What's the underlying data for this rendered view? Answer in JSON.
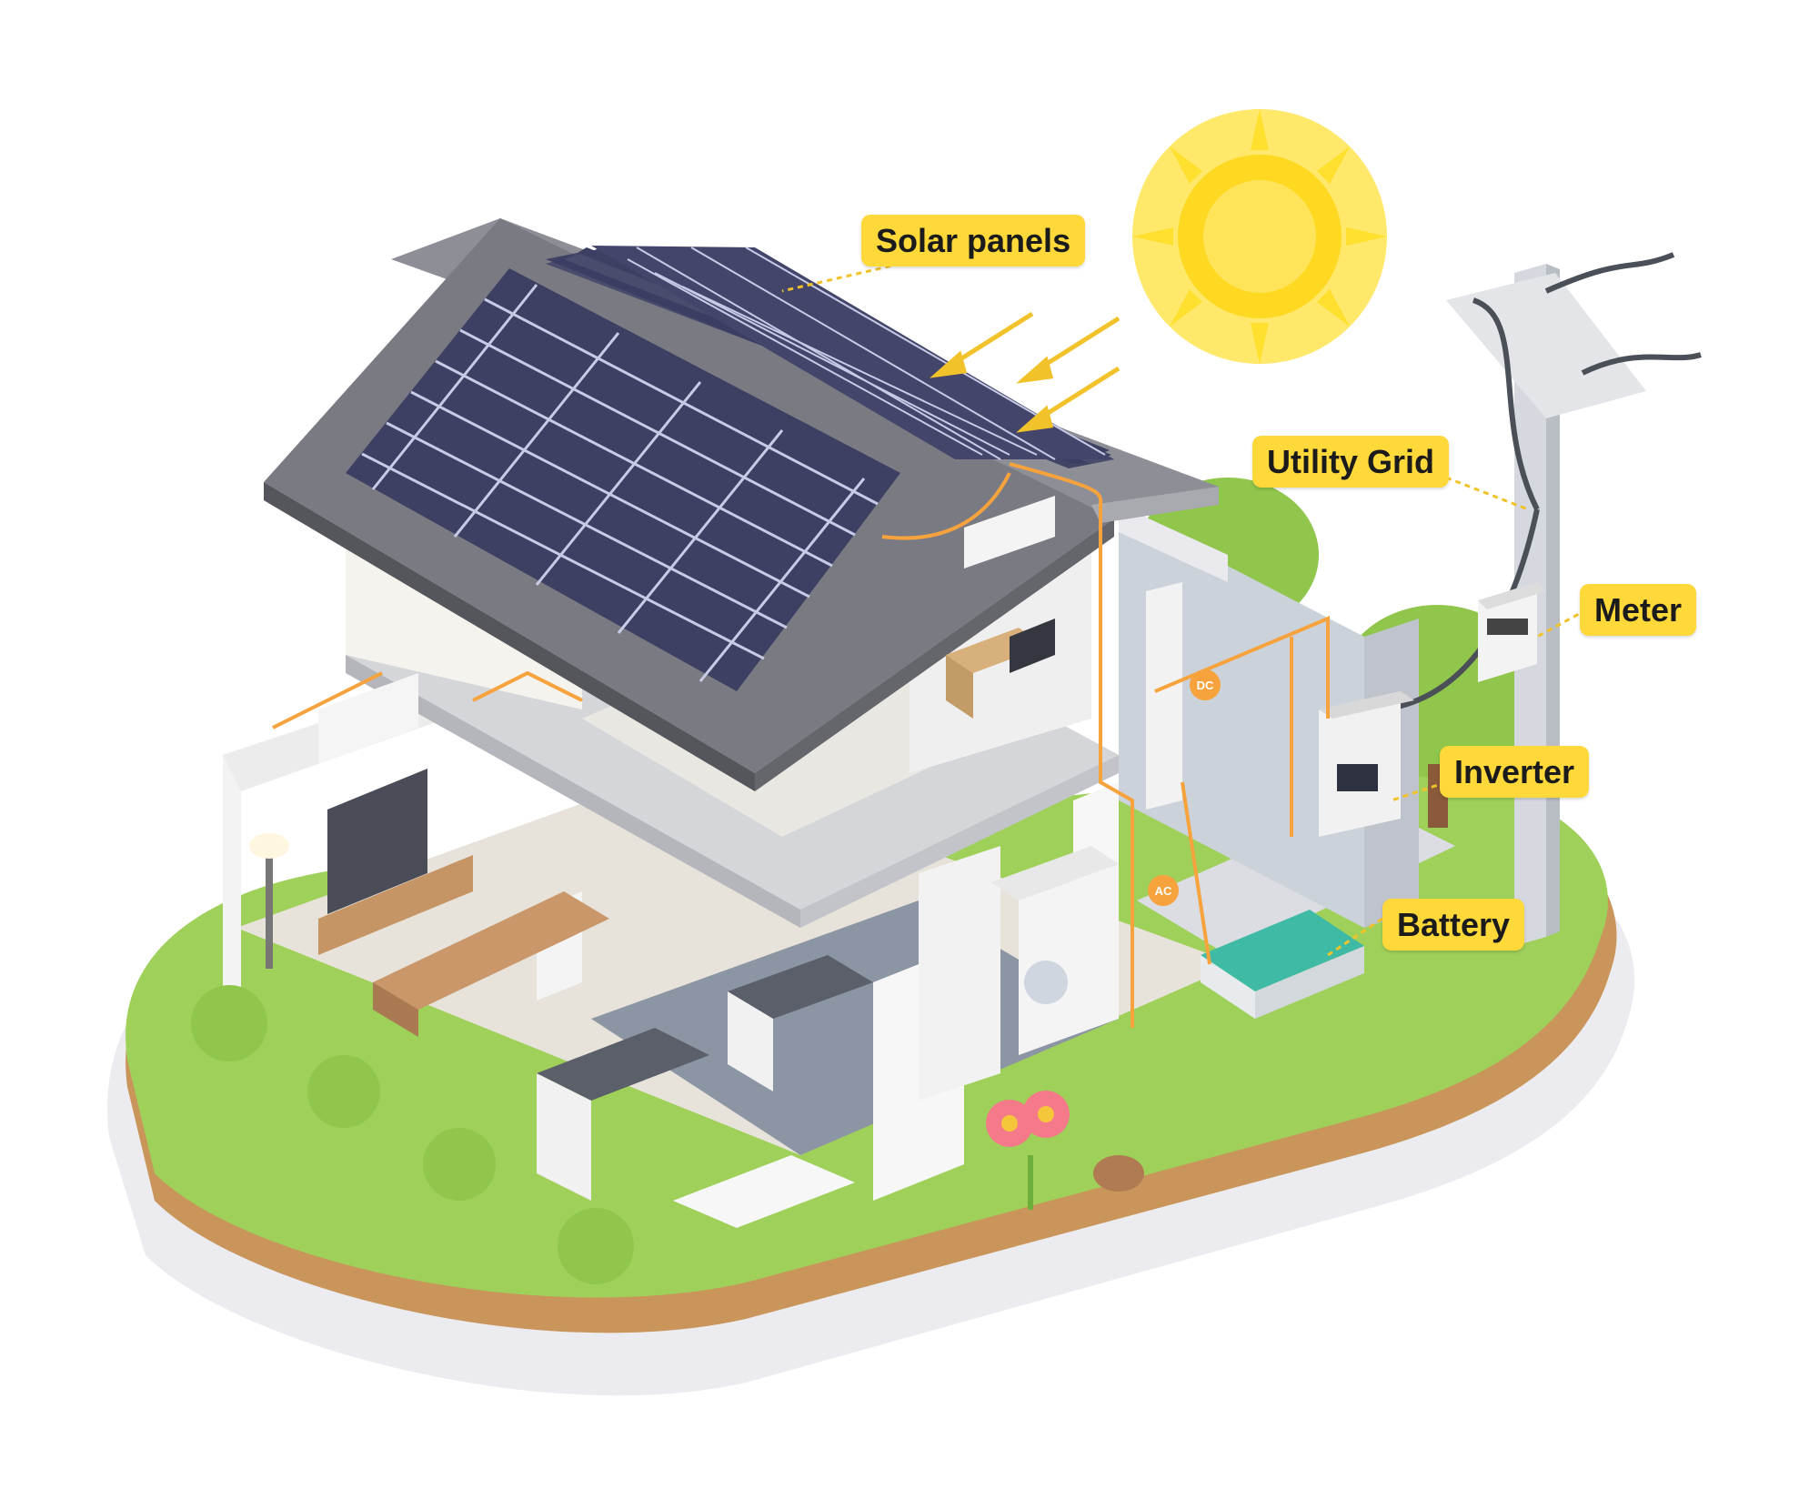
{
  "labels": {
    "solar_panels": "Solar panels",
    "utility_grid": "Utility Grid",
    "meter": "Meter",
    "inverter": "Inverter",
    "battery": "Battery"
  },
  "badges": {
    "dc": "DC",
    "ac": "AC"
  },
  "colors": {
    "callout": "#ffd83a",
    "wire": "#f7a33d",
    "grass": "#9fd05a",
    "soil": "#c9955a",
    "panel": "#3d3f63",
    "roof": "#7a7b82",
    "sun": "#ffe02e"
  }
}
